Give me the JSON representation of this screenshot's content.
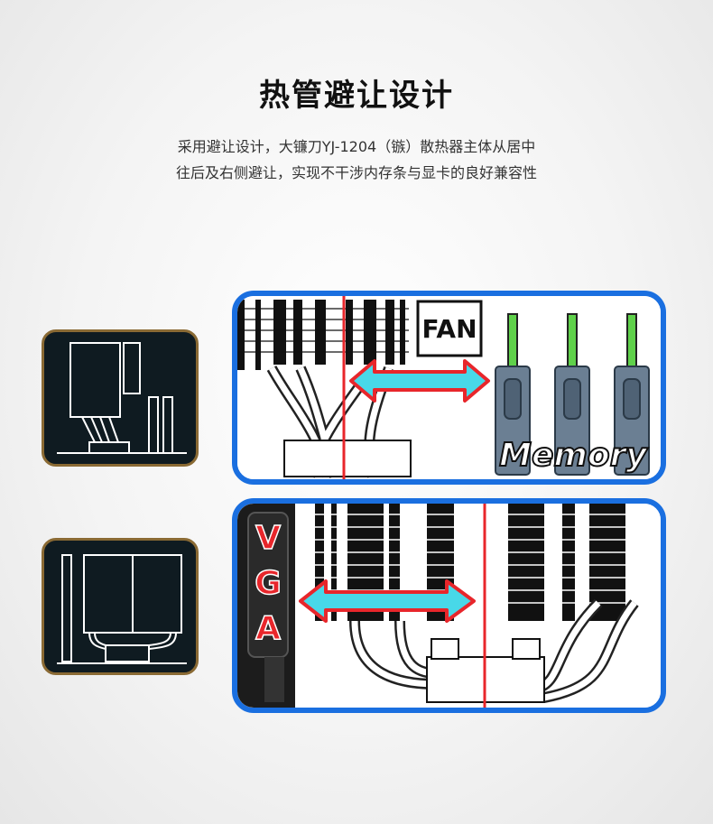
{
  "title": "热管避让设计",
  "description": {
    "line1": "采用避让设计，大镰刀YJ-1204（镞）散热器主体从居中",
    "line2": "往后及右侧避让，实现不干涉内存条与显卡的良好兼容性"
  },
  "panel_top": {
    "fan_label": "FAN",
    "memory_label": "Memory"
  },
  "panel_bottom": {
    "vga_letters": [
      "V",
      "G",
      "A"
    ]
  },
  "colors": {
    "panel_border": "#1a6fe0",
    "arrow_fill": "#48d8e8",
    "arrow_outline": "#e8262b",
    "divider_red": "#e8262b",
    "memory_green": "#5fd14a",
    "thumb_border": "#8a6a34"
  }
}
